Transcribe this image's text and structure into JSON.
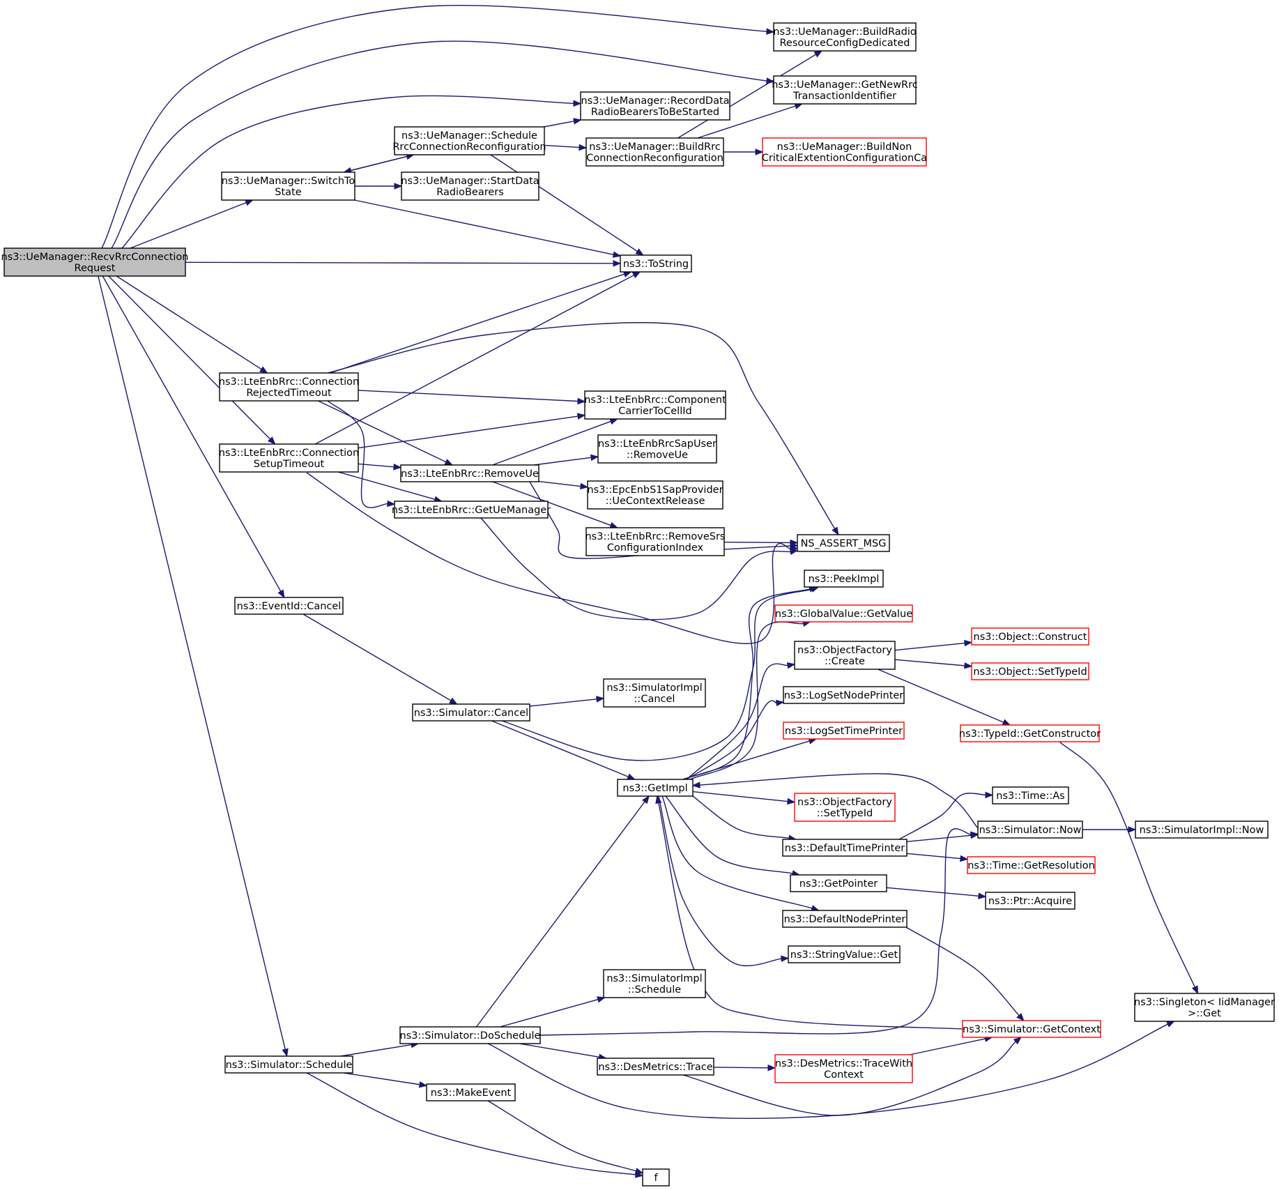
{
  "nodes": {
    "recv": {
      "lines": [
        "ns3::UeManager::RecvRrcConnection",
        "Request"
      ],
      "style": "root"
    },
    "buildRadio": {
      "lines": [
        "ns3::UeManager::BuildRadio",
        "ResourceConfigDedicated"
      ],
      "style": "normal"
    },
    "getNewRrc": {
      "lines": [
        "ns3::UeManager::GetNewRrc",
        "TransactionIdentifier"
      ],
      "style": "normal"
    },
    "recordData": {
      "lines": [
        "ns3::UeManager::RecordData",
        "RadioBearersToBeStarted"
      ],
      "style": "normal"
    },
    "scheduleRrc": {
      "lines": [
        "ns3::UeManager::Schedule",
        "RrcConnectionReconfiguration"
      ],
      "style": "normal"
    },
    "buildRrc": {
      "lines": [
        "ns3::UeManager::BuildRrc",
        "ConnectionReconfiguration"
      ],
      "style": "normal"
    },
    "buildNon": {
      "lines": [
        "ns3::UeManager::BuildNon",
        "CriticalExtentionConfigurationCa"
      ],
      "style": "red"
    },
    "switchTo": {
      "lines": [
        "ns3::UeManager::SwitchTo",
        "State"
      ],
      "style": "normal"
    },
    "startData": {
      "lines": [
        "ns3::UeManager::StartData",
        "RadioBearers"
      ],
      "style": "normal"
    },
    "toString": {
      "lines": [
        "ns3::ToString"
      ],
      "style": "normal"
    },
    "connRejected": {
      "lines": [
        "ns3::LteEnbRrc::Connection",
        "RejectedTimeout"
      ],
      "style": "normal"
    },
    "componentCarrier": {
      "lines": [
        "ns3::LteEnbRrc::Component",
        "CarrierToCellId"
      ],
      "style": "normal"
    },
    "connSetup": {
      "lines": [
        "ns3::LteEnbRrc::Connection",
        "SetupTimeout"
      ],
      "style": "normal"
    },
    "sapUserRemove": {
      "lines": [
        "ns3::LteEnbRrcSapUser",
        "::RemoveUe"
      ],
      "style": "normal"
    },
    "removeUe": {
      "lines": [
        "ns3::LteEnbRrc::RemoveUe"
      ],
      "style": "normal"
    },
    "epcRelease": {
      "lines": [
        "ns3::EpcEnbS1SapProvider",
        "::UeContextRelease"
      ],
      "style": "normal"
    },
    "getUeManager": {
      "lines": [
        "ns3::LteEnbRrc::GetUeManager"
      ],
      "style": "normal"
    },
    "removeSrs": {
      "lines": [
        "ns3::LteEnbRrc::RemoveSrs",
        "ConfigurationIndex"
      ],
      "style": "normal"
    },
    "nsAssert": {
      "lines": [
        "NS_ASSERT_MSG"
      ],
      "style": "normal"
    },
    "peekImpl": {
      "lines": [
        "ns3::PeekImpl"
      ],
      "style": "normal"
    },
    "globalValue": {
      "lines": [
        "ns3::GlobalValue::GetValue"
      ],
      "style": "red"
    },
    "eventCancel": {
      "lines": [
        "ns3::EventId::Cancel"
      ],
      "style": "normal"
    },
    "objFactoryCreate": {
      "lines": [
        "ns3::ObjectFactory",
        "::Create"
      ],
      "style": "normal"
    },
    "objConstruct": {
      "lines": [
        "ns3::Object::Construct"
      ],
      "style": "red"
    },
    "objSetTypeId": {
      "lines": [
        "ns3::Object::SetTypeId"
      ],
      "style": "red"
    },
    "simImplCancel": {
      "lines": [
        "ns3::SimulatorImpl",
        "::Cancel"
      ],
      "style": "normal"
    },
    "logSetNode": {
      "lines": [
        "ns3::LogSetNodePrinter"
      ],
      "style": "normal"
    },
    "simCancel": {
      "lines": [
        "ns3::Simulator::Cancel"
      ],
      "style": "normal"
    },
    "logSetTime": {
      "lines": [
        "ns3::LogSetTimePrinter"
      ],
      "style": "red"
    },
    "typeIdGetCtor": {
      "lines": [
        "ns3::TypeId::GetConstructor"
      ],
      "style": "red"
    },
    "getImpl": {
      "lines": [
        "ns3::GetImpl"
      ],
      "style": "normal"
    },
    "timeAs": {
      "lines": [
        "ns3::Time::As"
      ],
      "style": "normal"
    },
    "objFactorySetTypeId": {
      "lines": [
        "ns3::ObjectFactory",
        "::SetTypeId"
      ],
      "style": "red"
    },
    "simNow": {
      "lines": [
        "ns3::Simulator::Now"
      ],
      "style": "normal"
    },
    "simImplNow": {
      "lines": [
        "ns3::SimulatorImpl::Now"
      ],
      "style": "normal"
    },
    "defaultTimePrinter": {
      "lines": [
        "ns3::DefaultTimePrinter"
      ],
      "style": "normal"
    },
    "timeGetRes": {
      "lines": [
        "ns3::Time::GetResolution"
      ],
      "style": "red"
    },
    "getPointer": {
      "lines": [
        "ns3::GetPointer"
      ],
      "style": "normal"
    },
    "ptrAcquire": {
      "lines": [
        "ns3::Ptr::Acquire"
      ],
      "style": "normal"
    },
    "defaultNodePrinter": {
      "lines": [
        "ns3::DefaultNodePrinter"
      ],
      "style": "normal"
    },
    "stringValueGet": {
      "lines": [
        "ns3::StringValue::Get"
      ],
      "style": "normal"
    },
    "simImplSchedule": {
      "lines": [
        "ns3::SimulatorImpl",
        "::Schedule"
      ],
      "style": "normal"
    },
    "singletonGet": {
      "lines": [
        "ns3::Singleton< IidManager",
        ">::Get"
      ],
      "style": "normal"
    },
    "simGetContext": {
      "lines": [
        "ns3::Simulator::GetContext"
      ],
      "style": "red"
    },
    "simDoSchedule": {
      "lines": [
        "ns3::Simulator::DoSchedule"
      ],
      "style": "normal"
    },
    "simSchedule": {
      "lines": [
        "ns3::Simulator::Schedule"
      ],
      "style": "normal"
    },
    "desTrace": {
      "lines": [
        "ns3::DesMetrics::Trace"
      ],
      "style": "normal"
    },
    "desTraceWith": {
      "lines": [
        "ns3::DesMetrics::TraceWith",
        "Context"
      ],
      "style": "red"
    },
    "makeEvent": {
      "lines": [
        "ns3::MakeEvent"
      ],
      "style": "normal"
    },
    "f": {
      "lines": [
        "f"
      ],
      "style": "normal"
    }
  },
  "edges": [
    [
      "recv",
      "buildRadio"
    ],
    [
      "recv",
      "getNewRrc"
    ],
    [
      "recv",
      "recordData"
    ],
    [
      "recv",
      "switchTo"
    ],
    [
      "recv",
      "toString"
    ],
    [
      "recv",
      "connRejected"
    ],
    [
      "recv",
      "connSetup"
    ],
    [
      "recv",
      "eventCancel"
    ],
    [
      "recv",
      "simSchedule"
    ],
    [
      "scheduleRrc",
      "recordData"
    ],
    [
      "scheduleRrc",
      "buildRrc"
    ],
    [
      "scheduleRrc",
      "switchTo"
    ],
    [
      "scheduleRrc",
      "toString"
    ],
    [
      "buildRrc",
      "buildRadio"
    ],
    [
      "buildRrc",
      "getNewRrc"
    ],
    [
      "buildRrc",
      "buildNon"
    ],
    [
      "switchTo",
      "scheduleRrc"
    ],
    [
      "switchTo",
      "startData"
    ],
    [
      "switchTo",
      "toString"
    ],
    [
      "connRejected",
      "toString"
    ],
    [
      "connRejected",
      "nsAssert"
    ],
    [
      "connRejected",
      "componentCarrier"
    ],
    [
      "connRejected",
      "removeUe"
    ],
    [
      "connRejected",
      "getUeManager"
    ],
    [
      "connSetup",
      "toString"
    ],
    [
      "connSetup",
      "componentCarrier"
    ],
    [
      "connSetup",
      "removeUe"
    ],
    [
      "connSetup",
      "getUeManager"
    ],
    [
      "connSetup",
      "nsAssert"
    ],
    [
      "removeUe",
      "componentCarrier"
    ],
    [
      "removeUe",
      "sapUserRemove"
    ],
    [
      "removeUe",
      "epcRelease"
    ],
    [
      "removeUe",
      "removeSrs"
    ],
    [
      "removeUe",
      "nsAssert"
    ],
    [
      "getUeManager",
      "nsAssert"
    ],
    [
      "removeSrs",
      "nsAssert"
    ],
    [
      "eventCancel",
      "simCancel"
    ],
    [
      "simCancel",
      "simImplCancel"
    ],
    [
      "simCancel",
      "getImpl"
    ],
    [
      "simCancel",
      "peekImpl"
    ],
    [
      "getImpl",
      "peekImpl"
    ],
    [
      "getImpl",
      "globalValue"
    ],
    [
      "getImpl",
      "objFactoryCreate"
    ],
    [
      "getImpl",
      "logSetNode"
    ],
    [
      "getImpl",
      "logSetTime"
    ],
    [
      "getImpl",
      "objFactorySetTypeId"
    ],
    [
      "getImpl",
      "defaultTimePrinter"
    ],
    [
      "getImpl",
      "getPointer"
    ],
    [
      "getImpl",
      "defaultNodePrinter"
    ],
    [
      "getImpl",
      "stringValueGet"
    ],
    [
      "objFactoryCreate",
      "objConstruct"
    ],
    [
      "objFactoryCreate",
      "objSetTypeId"
    ],
    [
      "objFactoryCreate",
      "typeIdGetCtor"
    ],
    [
      "typeIdGetCtor",
      "singletonGet"
    ],
    [
      "simNow",
      "getImpl"
    ],
    [
      "simNow",
      "simImplNow"
    ],
    [
      "defaultTimePrinter",
      "timeAs"
    ],
    [
      "defaultTimePrinter",
      "simNow"
    ],
    [
      "defaultTimePrinter",
      "timeGetRes"
    ],
    [
      "getPointer",
      "ptrAcquire"
    ],
    [
      "defaultNodePrinter",
      "simGetContext"
    ],
    [
      "simGetContext",
      "getImpl"
    ],
    [
      "simSchedule",
      "simDoSchedule"
    ],
    [
      "simSchedule",
      "makeEvent"
    ],
    [
      "simSchedule",
      "f"
    ],
    [
      "simDoSchedule",
      "getImpl"
    ],
    [
      "simDoSchedule",
      "simImplSchedule"
    ],
    [
      "simDoSchedule",
      "simNow"
    ],
    [
      "simDoSchedule",
      "desTrace"
    ],
    [
      "simDoSchedule",
      "singletonGet"
    ],
    [
      "desTrace",
      "desTraceWith"
    ],
    [
      "desTrace",
      "simGetContext"
    ],
    [
      "desTraceWith",
      "simGetContext"
    ],
    [
      "makeEvent",
      "f"
    ]
  ]
}
